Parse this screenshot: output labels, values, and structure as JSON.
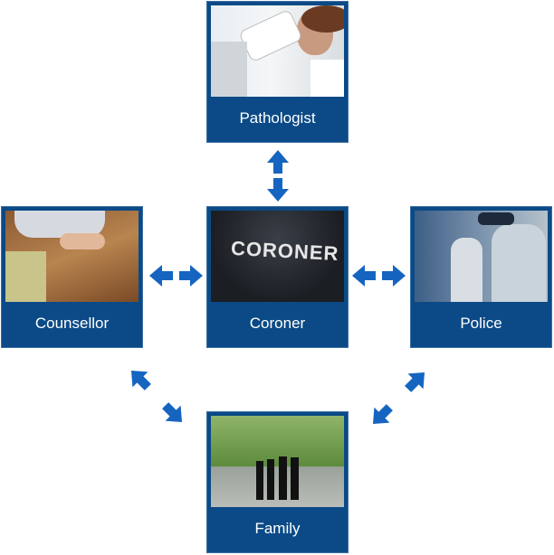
{
  "nodes": {
    "pathologist": "Pathologist",
    "coroner": "Coroner",
    "counsellor": "Counsellor",
    "police": "Police",
    "family": "Family"
  },
  "jacket_text": "CORONER",
  "colors": {
    "box": "#0b4a86",
    "arrow": "#1565c0"
  }
}
